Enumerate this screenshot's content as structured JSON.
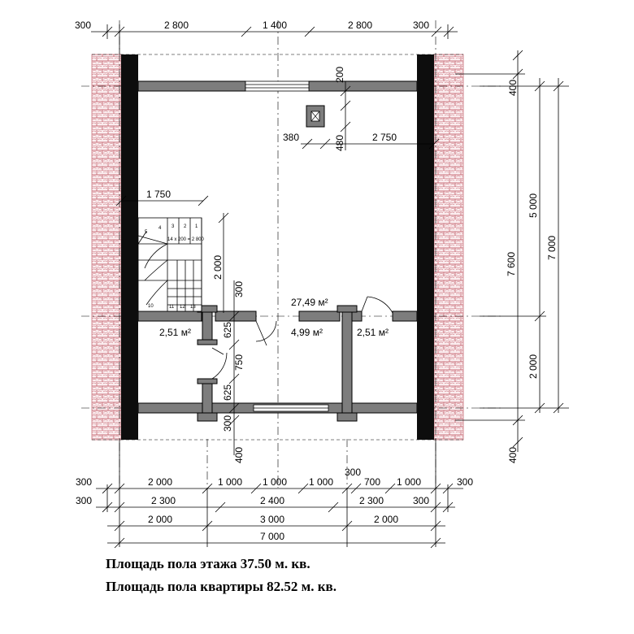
{
  "caption": {
    "floor_area": "Площадь пола этажа 37.50 м. кв.",
    "apartment_area": "Площадь пола квартиры 82.52 м. кв."
  },
  "rooms": {
    "main": "27,49 м²",
    "left_small": "2,51 м²",
    "center": "4,99 м²",
    "right_small": "2,51 м²"
  },
  "dims": {
    "top": [
      "300",
      "2 800",
      "1 400",
      "2 800",
      "300"
    ],
    "bottom_row1": [
      "300",
      "2 000",
      "1 000",
      "1 000",
      "1 000",
      "700",
      "1 000",
      "300"
    ],
    "bottom_row1_extra": "300",
    "bottom_row2": [
      "300",
      "2 300",
      "2 400",
      "2 300",
      "300"
    ],
    "bottom_row3": [
      "2 000",
      "3 000",
      "2 000"
    ],
    "bottom_row4": "7 000",
    "right_col1": [
      "400",
      "7 600",
      "400"
    ],
    "right_col2": [
      "5 000",
      "2 000"
    ],
    "right_col3": "7 000",
    "interior": {
      "stair_width": "1 750",
      "stair_length": "2 000",
      "chimney_width": "380",
      "chimney_to_wall": "2 750",
      "chimney_depth": "480",
      "chimney_from_wall": "200",
      "partition_300a": "300",
      "partition_625a": "625",
      "partition_750": "750",
      "partition_625b": "625",
      "partition_300b": "300",
      "partition_400": "400"
    }
  },
  "stair_labels": [
    "1",
    "2",
    "3",
    "4",
    "5",
    "10",
    "11",
    "12",
    "13",
    "14 x 200 = 2 800"
  ],
  "colors": {
    "wall": "#7d7d7d",
    "column": "#0d0d0d",
    "brick": "#c9707a",
    "line": "#000000"
  }
}
